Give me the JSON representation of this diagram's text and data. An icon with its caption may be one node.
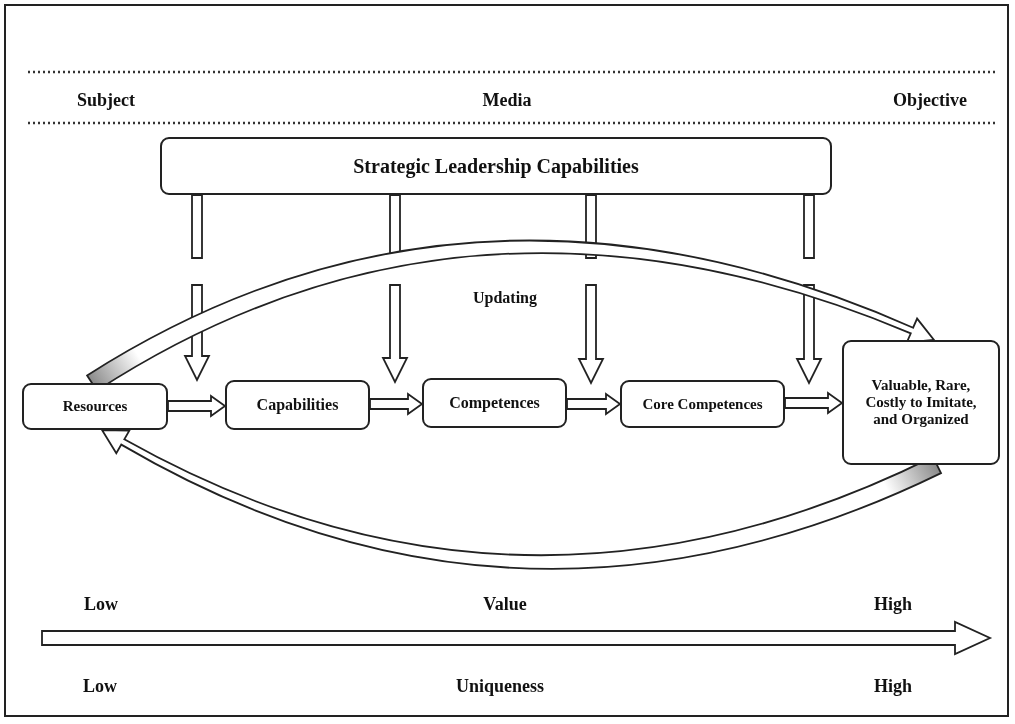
{
  "diagram": {
    "nodes": [
      {
        "text": [
          "Strategic Leadership Capabilities"
        ]
      },
      {
        "text": [
          "Resources"
        ]
      },
      {
        "text": [
          "Capabilities"
        ]
      },
      {
        "text": [
          "Competences"
        ]
      },
      {
        "text": [
          "Core Competences"
        ]
      },
      {
        "text": [
          "Valuable, Rare, Costly to Imitate, and Organized"
        ]
      }
    ],
    "edges": [
      {
        "from": 0,
        "to": null,
        "arrow": "to"
      },
      {
        "from": 0,
        "to": null,
        "arrow": "to"
      },
      {
        "from": 0,
        "to": null,
        "arrow": "to"
      },
      {
        "from": 0,
        "to": null,
        "arrow": "to"
      },
      {
        "from": 1,
        "to": 2,
        "arrow": "to"
      },
      {
        "from": 2,
        "to": 3,
        "arrow": "to"
      },
      {
        "from": 3,
        "to": 4,
        "arrow": "to"
      },
      {
        "from": 4,
        "to": 5,
        "arrow": "to"
      },
      {
        "from": 1,
        "to": 5,
        "arrow": "to",
        "label": "Updating"
      },
      {
        "from": 5,
        "to": 1,
        "arrow": "to"
      }
    ],
    "labels": [
      "Subject",
      "Media",
      "Objective",
      "Low",
      "Value",
      "High",
      "Low",
      "Uniqueness",
      "High"
    ]
  }
}
